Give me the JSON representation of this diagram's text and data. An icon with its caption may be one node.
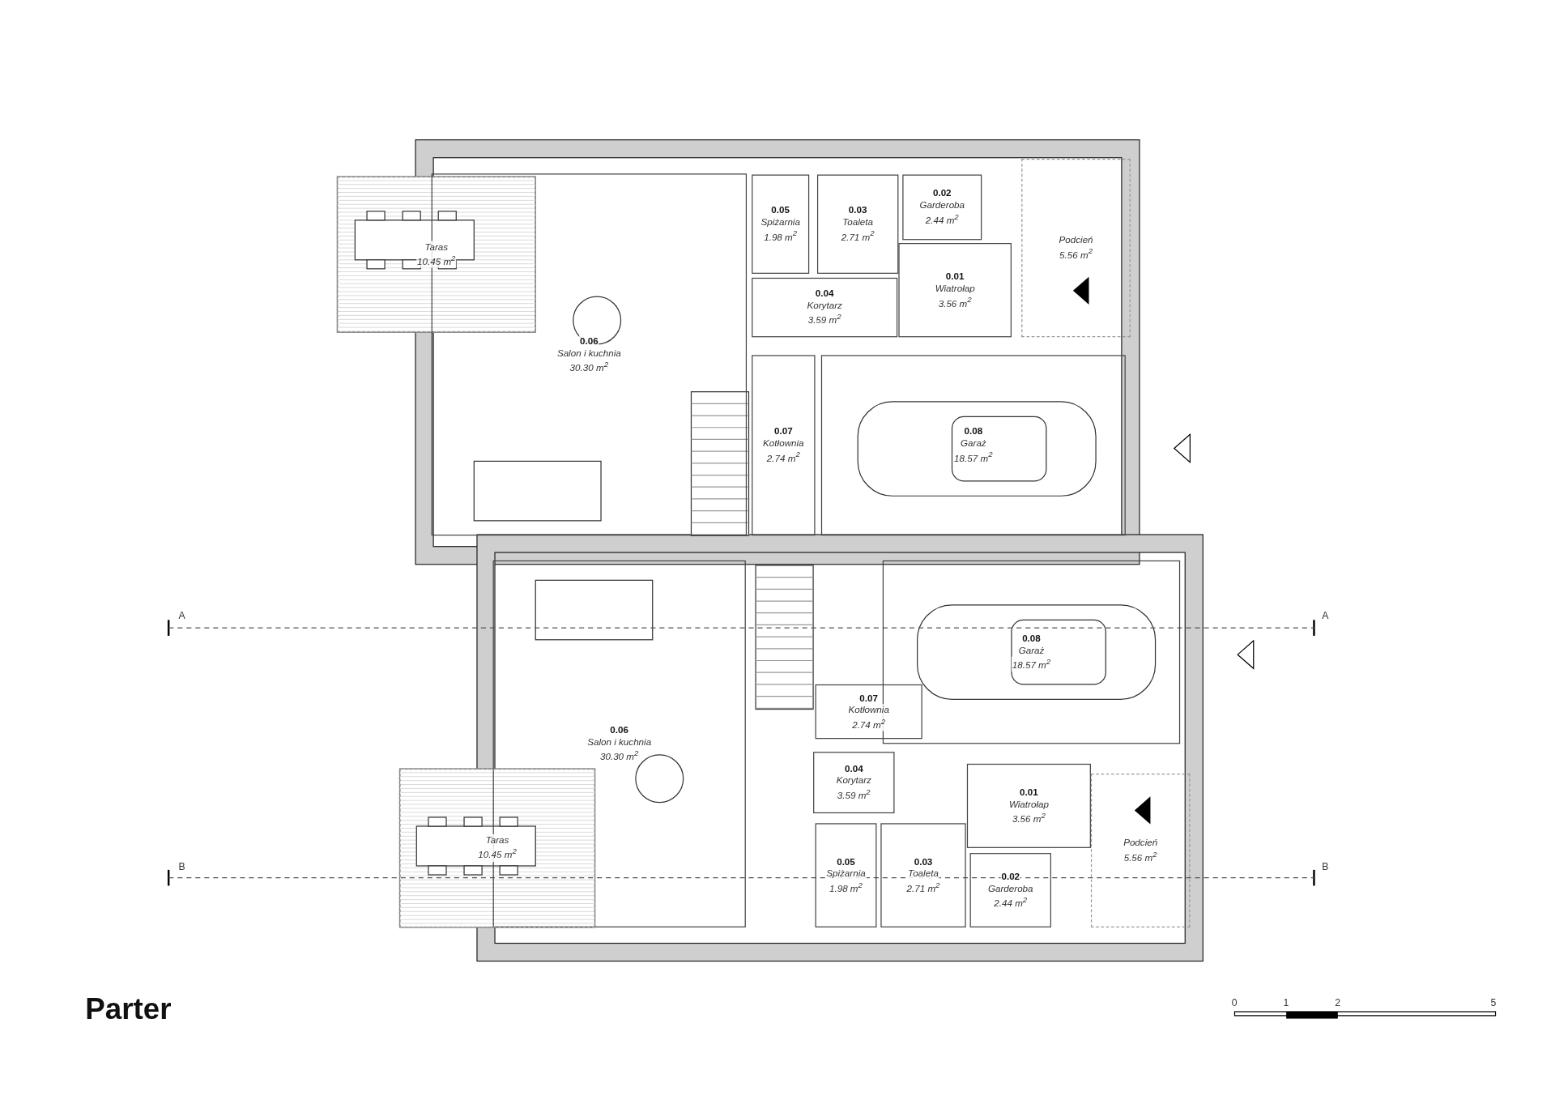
{
  "diagram": {
    "title": "Parter",
    "nodes": [
      {
        "text": [
          "Taras",
          "10.45 m$^{2}$"
        ]
      },
      {
        "text": [
          "0.05",
          "Spiżarnia",
          "1.98 m$^{2}$"
        ]
      },
      {
        "text": [
          "0.03",
          "Toaleta",
          "2.71 m$^{2}$"
        ]
      },
      {
        "text": [
          "0.02",
          "Garderoba",
          "2.44 m$^{2}$"
        ]
      },
      {
        "text": [
          "Podcień",
          "5.56 m$^{2}$"
        ]
      },
      {
        "text": [
          "0.01",
          "Wiatrołap",
          "3.56 m$^{2}$"
        ]
      },
      {
        "text": [
          "0.04",
          "Korytarz",
          "3.59 m$^{2}$"
        ]
      },
      {
        "text": [
          "0.06",
          "Salon i kuchnia",
          "30.30 m$^{2}$"
        ]
      },
      {
        "text": [
          "0.07",
          "Kotłownia",
          "2.74 m$^{2}$"
        ]
      },
      {
        "text": [
          "0.08",
          "Garaż",
          "18.57 m$^{2}$"
        ]
      },
      {
        "text": [
          "0.08",
          "Garaż",
          "18.57 m$^{2}$"
        ]
      },
      {
        "text": [
          "0.06",
          "Salon i kuchnia",
          "30.30 m$^{2}$"
        ]
      },
      {
        "text": [
          "0.07",
          "Kotłownia",
          "2.74 m$^{2}$"
        ]
      },
      {
        "text": [
          "0.04",
          "Korytarz",
          "3.59 m$^{2}$"
        ]
      },
      {
        "text": [
          "0.01",
          "Wiatrołap",
          "3.56 m$^{2}$"
        ]
      },
      {
        "text": [
          "0.05",
          "Spiżarnia",
          "1.98 m$^{2}$"
        ]
      },
      {
        "text": [
          "Taras",
          "10.45 m$^{2}$"
        ]
      },
      {
        "text": [
          "0.03",
          "Toaleta",
          "2.71 m$^{2}$"
        ]
      },
      {
        "text": [
          "Podcień",
          "5.56 m$^{2}$"
        ]
      },
      {
        "text": [
          "0.02",
          "Garderoba",
          "2.44 m$^{2}$"
        ]
      }
    ],
    "labels": [
      "A",
      "A",
      "B",
      "B",
      "0",
      "1",
      "2",
      "5"
    ]
  }
}
